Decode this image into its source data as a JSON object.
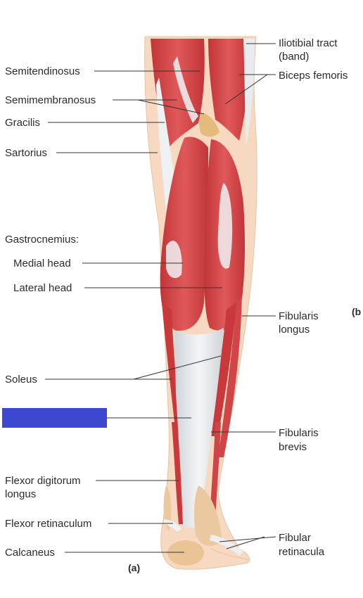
{
  "labels": {
    "iliotibial_line1": "Iliotibial tract",
    "iliotibial_line2": "(band)",
    "biceps_femoris": "Biceps femoris",
    "semitendinosus": "Semitendinosus",
    "semimembranosus": "Semimembranosus",
    "gracilis": "Gracilis",
    "sartorius": "Sartorius",
    "gastrocnemius": "Gastrocnemius:",
    "medial_head": "Medial head",
    "lateral_head": "Lateral head",
    "fibularis_longus_line1": "Fibularis",
    "fibularis_longus_line2": "longus",
    "soleus": "Soleus",
    "fibularis_brevis_line1": "Fibularis",
    "fibularis_brevis_line2": "brevis",
    "flexor_digitorum_line1": "Flexor digitorum",
    "flexor_digitorum_line2": "longus",
    "flexor_retinaculum": "Flexor retinaculum",
    "calcaneus": "Calcaneus",
    "fibular_retinacula_line1": "Fibular",
    "fibular_retinacula_line2": "retinacula",
    "panel_a": "(a)",
    "panel_b": "(b"
  },
  "colors": {
    "hidden_label_box": "#3d48d0",
    "skin": "#f6d9c0",
    "muscle": "#d8484a",
    "tendon": "#e8eaec",
    "bone": "#ebc9a0",
    "leader_line": "#333333"
  }
}
